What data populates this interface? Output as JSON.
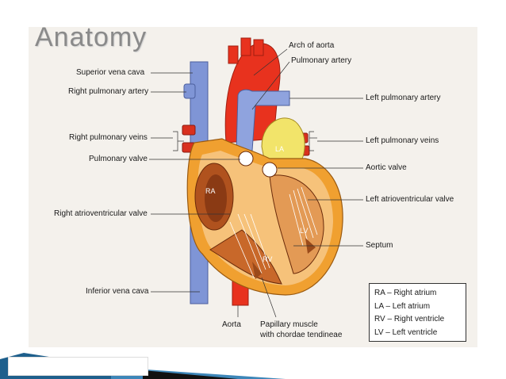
{
  "slide": {
    "title": "Anatomy"
  },
  "labels": {
    "arch_of_aorta": "Arch of aorta",
    "pulmonary_artery": "Pulmonary artery",
    "superior_vena_cava": "Superior vena cava",
    "right_pulmonary_artery": "Right pulmonary artery",
    "left_pulmonary_artery": "Left pulmonary artery",
    "right_pulmonary_veins": "Right pulmonary veins",
    "left_pulmonary_veins": "Left pulmonary veins",
    "pulmonary_valve": "Pulmonary valve",
    "aortic_valve": "Aortic valve",
    "left_atrioventricular_valve": "Left atrioventricular valve",
    "right_atrioventricular_valve": "Right atrioventricular valve",
    "septum": "Septum",
    "inferior_vena_cava": "Inferior vena cava",
    "aorta": "Aorta",
    "papillary_muscle_line1": "Papillary muscle",
    "papillary_muscle_line2": "with chordae tendineae",
    "chamber_ra": "RA",
    "chamber_la": "LA",
    "chamber_lv": "LV",
    "chamber_rv": "RV"
  },
  "legend": {
    "rows": [
      "RA  –  Right atrium",
      "LA  –  Left atrium",
      "RV  –  Right ventricle",
      "LV  –  Left ventricle"
    ]
  },
  "colors": {
    "artery_red": "#e8321e",
    "vein_blue": "#7f95d6",
    "heart_orange": "#f0a030",
    "heart_inner": "#f6c27a",
    "chamber_dark": "#b0521e",
    "left_atrium_yellow": "#f2e46a",
    "title_gray": "#8a8a8a",
    "footer_blue": "#1e5f8c"
  }
}
